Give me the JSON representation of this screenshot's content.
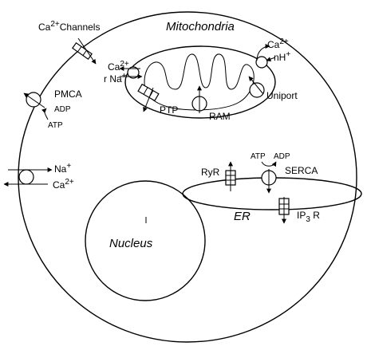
{
  "labels": {
    "ca_channels_sup": "2+",
    "ca_channels_rest": "Channels",
    "ca_base": "Ca",
    "mitochondria": "Mitochondria",
    "pmca": "PMCA",
    "adp": "ADP",
    "atp": "ATP",
    "na_sup": "+",
    "na_base": "Na",
    "na_prefix": "r ",
    "ca_sup": "2+",
    "ptp": "PTP",
    "ram": "RAM",
    "uniport": "Uniport",
    "nh": "nH",
    "h_sup": "+",
    "ryr": "RyR",
    "serca": "SERCA",
    "er": "ER",
    "ip3r_base": "IP",
    "ip3r_sub": "3",
    "ip3r_r": " R",
    "nucleus": "Nucleus"
  }
}
